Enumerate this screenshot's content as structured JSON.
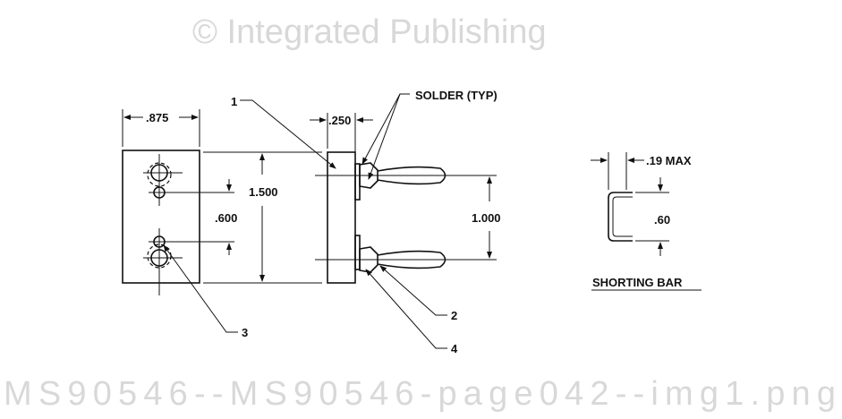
{
  "labels": {
    "dim_875": ".875",
    "dim_250": ".250",
    "dim_1500": "1.500",
    "dim_600": ".600",
    "dim_1000": "1.000",
    "dim_19max": ".19 MAX",
    "dim_60": ".60",
    "callout_1": "1",
    "callout_2": "2",
    "callout_3": "3",
    "callout_4": "4",
    "solder": "SOLDER (TYP)",
    "shorting_bar": "SHORTING BAR"
  },
  "watermark": {
    "line1": "© Integrated Publishing",
    "line2": "MS90546--MS90546-page042--img1.png"
  }
}
